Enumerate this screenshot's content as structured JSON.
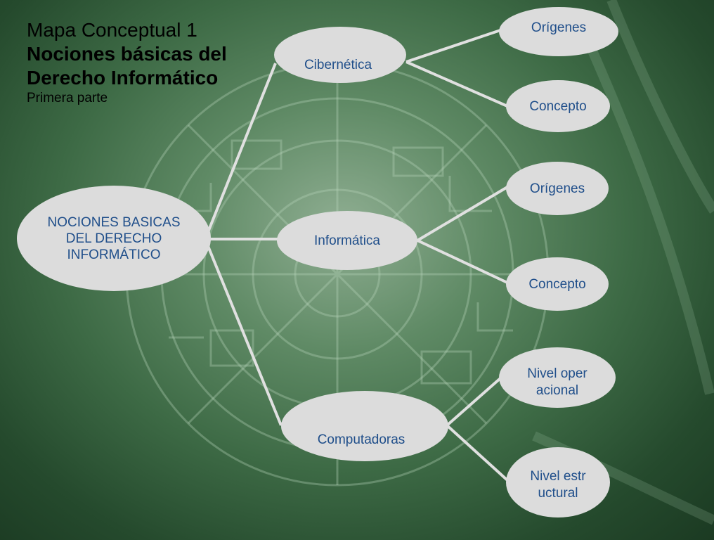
{
  "title": {
    "line1": "Mapa Conceptual 1",
    "line2": "Nociones básicas del",
    "line3": "Derecho Informático",
    "line4": "Primera parte"
  },
  "diagram": {
    "root": "NOCIONES BASICAS DEL DERECHO INFORMÁTICO",
    "branches": [
      {
        "label": "Cibernética",
        "children": [
          "Orígenes",
          "Concepto"
        ]
      },
      {
        "label": "Informática",
        "children": [
          "Orígenes",
          "Concepto"
        ]
      },
      {
        "label": "Computadoras",
        "children": [
          "Nivel operacional",
          "Nivel estructural"
        ]
      }
    ]
  },
  "colors": {
    "node_fill": "#dcdcdc",
    "node_text": "#1f4e8a",
    "connector": "#e0e0e0",
    "title_text": "#000000"
  }
}
